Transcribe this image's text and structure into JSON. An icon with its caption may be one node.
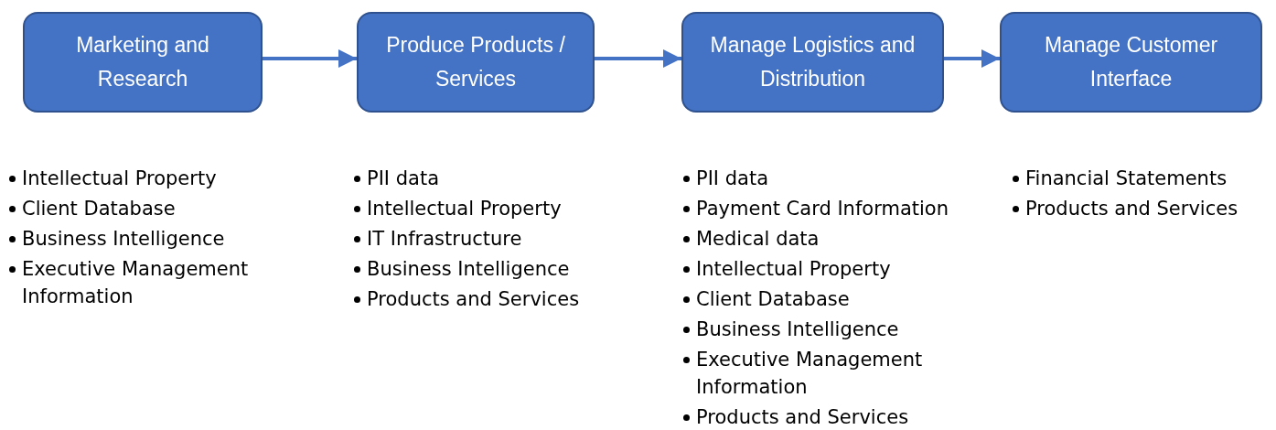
{
  "diagram": {
    "nodes": [
      {
        "text": [
          "Marketing and Research"
        ],
        "beside": [
          "Intellectual Property",
          "Client Database",
          "Business Intelligence",
          "Executive Management Information"
        ]
      },
      {
        "text": [
          "Produce Products / Services"
        ],
        "beside": [
          "PII data",
          "Intellectual Property",
          "IT Infrastructure",
          "Business Intelligence",
          "Products and Services"
        ]
      },
      {
        "text": [
          "Manage Logistics and Distribution"
        ],
        "beside": [
          "PII data",
          "Payment Card Information",
          "Medical data",
          "Intellectual Property",
          "Client Database",
          "Business Intelligence",
          "Executive Management Information",
          "Products and Services"
        ]
      },
      {
        "text": [
          "Manage Customer Interface"
        ],
        "beside": [
          "Financial Statements",
          "Products and Services"
        ]
      }
    ],
    "edges": [
      {
        "from": 0,
        "to": 1,
        "arrow": "to"
      },
      {
        "from": 1,
        "to": 2,
        "arrow": "to"
      },
      {
        "from": 2,
        "to": 3,
        "arrow": "to"
      }
    ]
  }
}
